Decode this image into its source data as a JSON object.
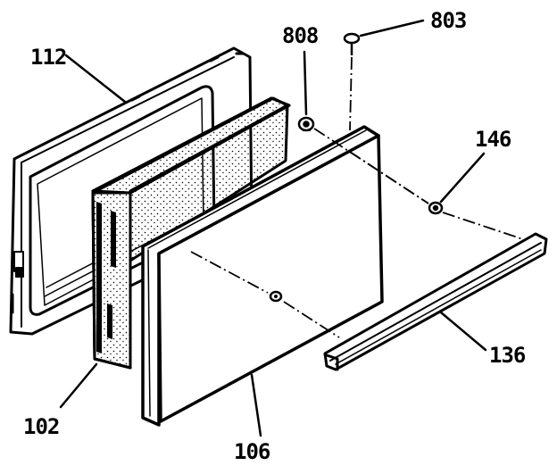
{
  "diagram": {
    "type": "exploded-parts-view",
    "colors": {
      "ink": "#000000",
      "paper": "#ffffff",
      "stipple": "#000000"
    },
    "callouts": [
      {
        "id": "112",
        "label": "112"
      },
      {
        "id": "808",
        "label": "808"
      },
      {
        "id": "803",
        "label": "803"
      },
      {
        "id": "146",
        "label": "146"
      },
      {
        "id": "136",
        "label": "136"
      },
      {
        "id": "102",
        "label": "102"
      },
      {
        "id": "106",
        "label": "106"
      }
    ]
  }
}
